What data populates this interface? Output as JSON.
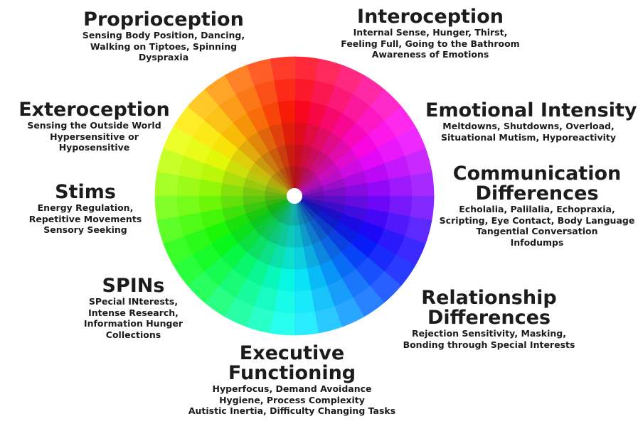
{
  "wheel": {
    "rings": 6,
    "sectors": 36,
    "center_color": "#ffffff"
  },
  "labels": {
    "proprioception": {
      "title": [
        "Proprioception"
      ],
      "lines": [
        "Sensing Body Position, Dancing,",
        "Walking on Tiptoes, Spinning",
        "Dyspraxia"
      ]
    },
    "interoception": {
      "title": [
        "Interoception"
      ],
      "lines": [
        "Internal Sense, Hunger, Thirst,",
        "Feeling Full, Going to the Bathroom",
        "Awareness of Emotions"
      ]
    },
    "exteroception": {
      "title": [
        "Exteroception"
      ],
      "lines": [
        "Sensing the Outside World",
        "Hypersensitive or",
        "Hyposensitive"
      ]
    },
    "emotional_intensity": {
      "title": [
        "Emotional Intensity"
      ],
      "lines": [
        "Meltdowns, Shutdowns, Overload,",
        "Situational Mutism, Hyporeactivity"
      ]
    },
    "communication": {
      "title": [
        "Communication",
        "Differences"
      ],
      "lines": [
        "Echolalia, Palilalia, Echopraxia,",
        "Scripting, Eye Contact, Body Language",
        "Tangential Conversation",
        "Infodumps"
      ]
    },
    "stims": {
      "title": [
        "Stims"
      ],
      "lines": [
        "Energy Regulation,",
        "Repetitive Movements",
        "Sensory Seeking"
      ]
    },
    "spins": {
      "title": [
        "SPINs"
      ],
      "lines": [
        "SPecial INterests,",
        "Intense Research,",
        "Information Hunger",
        "Collections"
      ]
    },
    "relationship": {
      "title": [
        "Relationship",
        "Differences"
      ],
      "lines": [
        "Rejection Sensitivity, Masking,",
        "Bonding through Special Interests"
      ]
    },
    "executive": {
      "title": [
        "Executive",
        "Functioning"
      ],
      "lines": [
        "Hyperfocus, Demand Avoidance",
        "Hygiene, Process Complexity",
        "Autistic Inertia, Difficulty Changing Tasks"
      ]
    }
  }
}
